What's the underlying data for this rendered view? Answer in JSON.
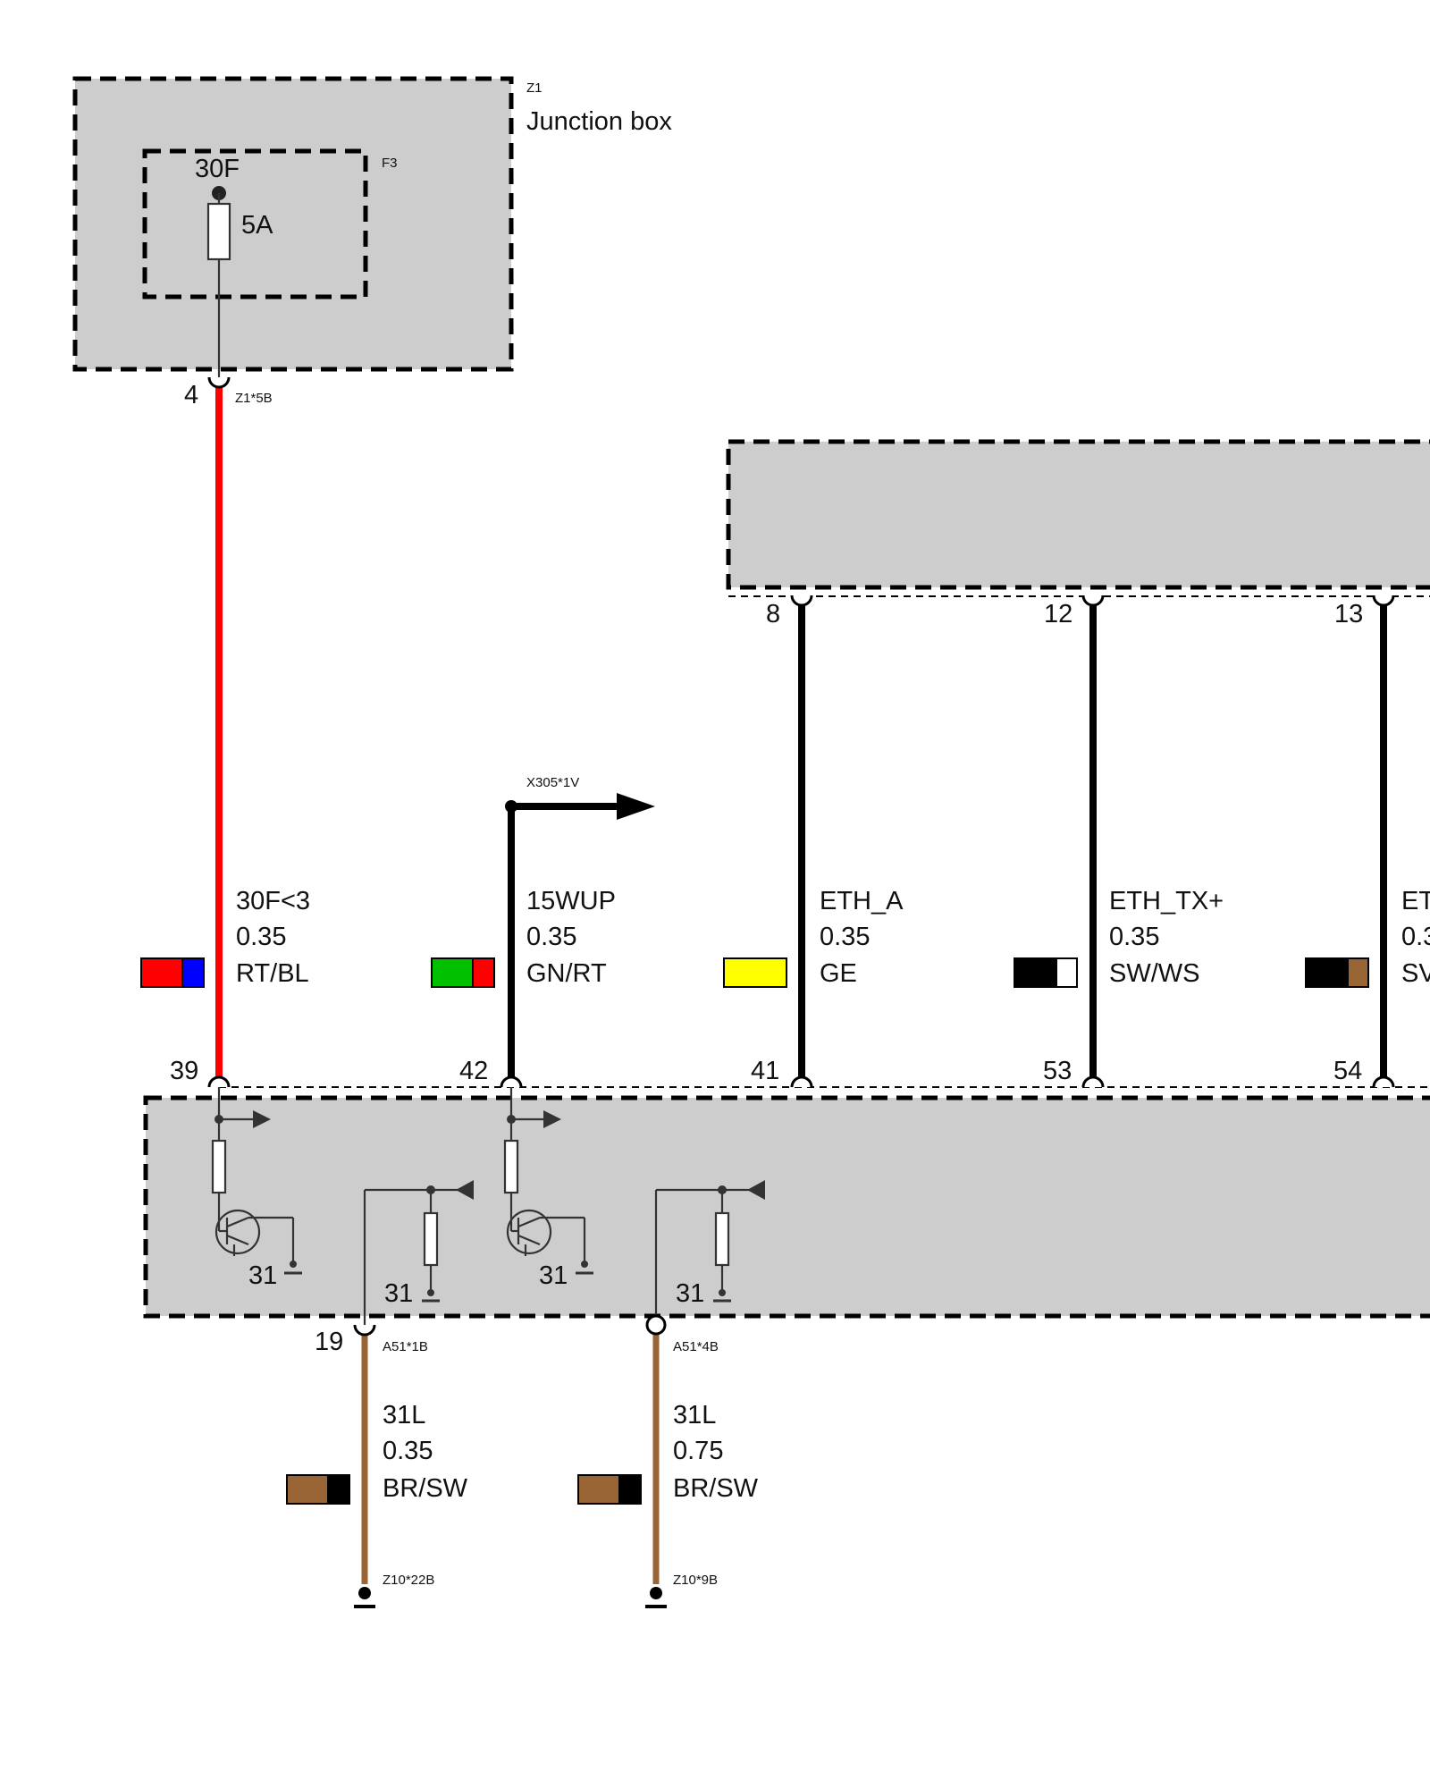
{
  "junction_box": {
    "id": "Z1",
    "name": "Junction box",
    "fuse": {
      "id": "F3",
      "terminal": "30F",
      "rating": "5A"
    },
    "output_pin": "4",
    "connector": "Z1*5B"
  },
  "top_connector_pins": [
    "8",
    "12",
    "13"
  ],
  "arrow_ref": "X305*1V",
  "wires": [
    {
      "signal": "30F<3",
      "size": "0.35",
      "color_code": "RT/BL",
      "swatch": [
        "#ff0000",
        "#0000ff"
      ],
      "wire_color": "#ff0000",
      "pin": "39"
    },
    {
      "signal": "15WUP",
      "size": "0.35",
      "color_code": "GN/RT",
      "swatch": [
        "#00c000",
        "#ff0000"
      ],
      "wire_color": "#000000",
      "pin": "42"
    },
    {
      "signal": "ETH_A",
      "size": "0.35",
      "color_code": "GE",
      "swatch": [
        "#ffff00",
        "#ffff00"
      ],
      "wire_color": "#000000",
      "pin": "41"
    },
    {
      "signal": "ETH_TX+",
      "size": "0.35",
      "color_code": "SW/WS",
      "swatch": [
        "#000000",
        "#ffffff"
      ],
      "wire_color": "#000000",
      "pin": "53"
    },
    {
      "signal": "ET",
      "size": "0.3",
      "color_code": "SV",
      "swatch": [
        "#000000",
        "#9a6534"
      ],
      "wire_color": "#000000",
      "pin": "54"
    }
  ],
  "module": {
    "internal_ground_label": "31",
    "lower_pins": [
      {
        "pin": "19",
        "connector": "A51*1B"
      },
      {
        "pin": "",
        "connector": "A51*4B"
      }
    ]
  },
  "ground_wires": [
    {
      "signal": "31L",
      "size": "0.35",
      "color_code": "BR/SW",
      "swatch": [
        "#9a6534",
        "#000000"
      ],
      "wire_color": "#9a6534",
      "ground": "Z10*22B"
    },
    {
      "signal": "31L",
      "size": "0.75",
      "color_code": "BR/SW",
      "swatch": [
        "#9a6534",
        "#000000"
      ],
      "wire_color": "#9a6534",
      "ground": "Z10*9B"
    }
  ]
}
